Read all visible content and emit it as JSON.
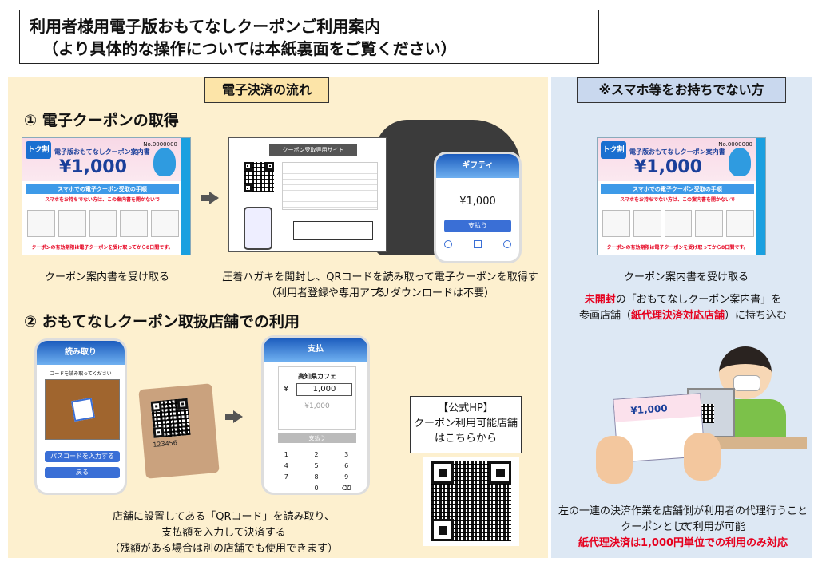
{
  "title": {
    "line1": "利用者様用電子版おもてなしクーポンご利用案内",
    "line2": "（より具体的な操作については本紙裏面をご覧ください）"
  },
  "left": {
    "header": "電子決済の流れ",
    "step1": {
      "heading": "① 電子クーポンの取得",
      "caption_receive": "クーポン案内書を受け取る",
      "caption_scan_1": "圧着ハガキを開封し、QRコードを読み取って電子クーポンを取得する",
      "caption_scan_2": "（利用者登録や専用アプリダウンロードは不要）"
    },
    "step2": {
      "heading": "② おもてなしクーポン取扱店舗での利用",
      "caption_1": "店舗に設置してある「QRコード」を読み取り、",
      "caption_2": "支払額を入力して決済する",
      "caption_3": "（残額がある場合は別の店舗でも使用できます）"
    },
    "hp": {
      "line1": "【公式HP】",
      "line2": "クーポン利用可能店舗",
      "line3": "はこちらから"
    }
  },
  "right": {
    "header": "※スマホ等をお持ちでない方",
    "caption_receive": "クーポン案内書を受け取る",
    "bring_red": "未開封",
    "bring_1": "の「おもてなしクーポン案内書」を",
    "bring_2a": "参画店舗（",
    "bring_2_red": "紙代理決済対応店舗",
    "bring_2b": "）に持ち込む",
    "bottom_1": "左の一連の決済作業を店舗側が利用者の代理行うことで",
    "bottom_2": "クーポンとして利用が可能",
    "bottom_red": "紙代理決済は1,000円単位での利用のみ対応"
  },
  "coupon": {
    "logo": "トク割",
    "no": "No.0000000",
    "title": "電子版おもてなしクーポン案内書",
    "amount": "¥1,000",
    "band": "スマホでの電子クーポン受取の手順",
    "warn": "スマホをお持ちでない方は、この案内書を開かないで",
    "foot": "クーポンの有効期限は電子クーポンを受け取ってから8日間です。"
  },
  "site": {
    "header": "クーポン受取専用サイト"
  },
  "gift_phone": {
    "title": "ギフティ",
    "amount": "¥1,000",
    "pay": "支払う"
  },
  "scan_phone": {
    "title": "読み取り",
    "prompt": "コードを読み取ってください",
    "btn1": "パスコードを入力する",
    "btn2": "戻る"
  },
  "stand": {
    "code": "123456"
  },
  "pay_phone": {
    "title": "支払",
    "shop": "高知県カフェ",
    "yen": "¥",
    "input": "1,000",
    "balance": "¥1,000",
    "submit": "支払う",
    "keys": [
      "1",
      "2",
      "3",
      "4",
      "5",
      "6",
      "7",
      "8",
      "9",
      "",
      "0",
      "⌫"
    ]
  },
  "colors": {
    "left_bg": "#fdf0cf",
    "right_bg": "#dde8f4",
    "red": "#e6001e",
    "blue": "#3a6fd6"
  }
}
